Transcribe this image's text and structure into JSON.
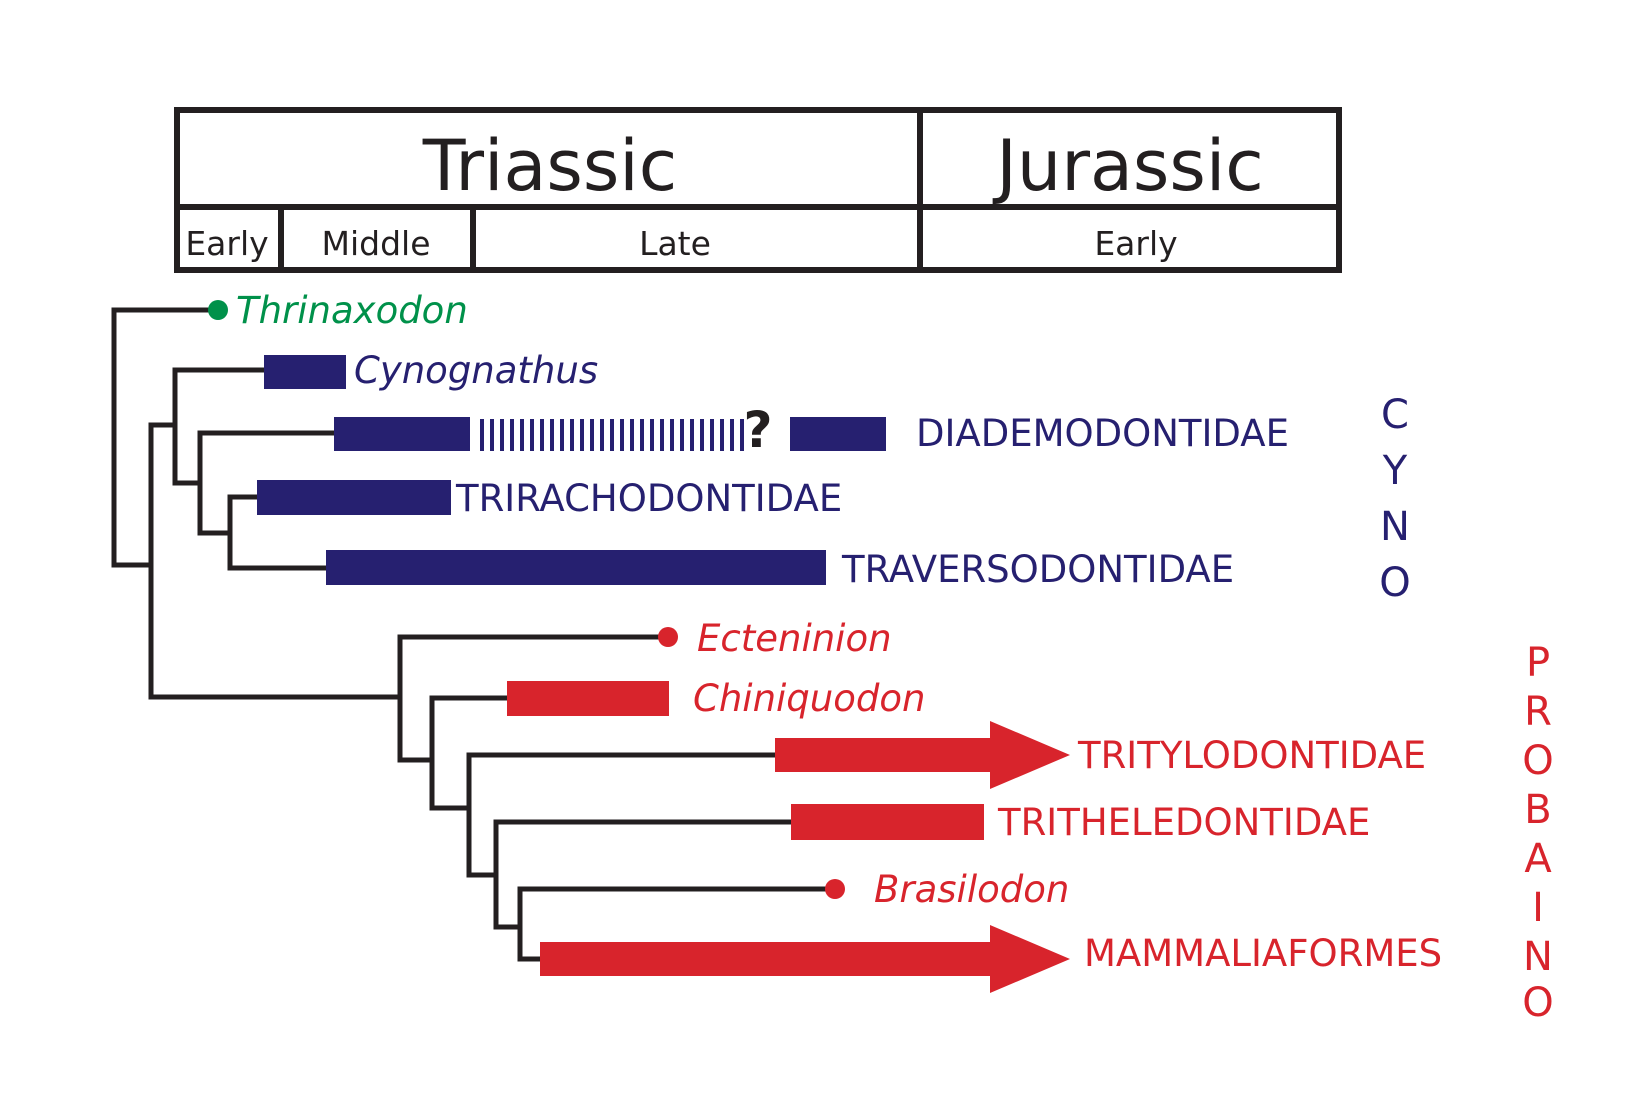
{
  "colors": {
    "line": "#231f20",
    "cyno": "#262070",
    "probaino": "#d8242c",
    "thrinaxodon": "#00914a"
  },
  "timescale": {
    "periods": [
      "Triassic",
      "Jurassic"
    ],
    "epochs": [
      "Early",
      "Middle",
      "Late",
      "Early"
    ]
  },
  "taxa": {
    "thrinaxodon": "Thrinaxodon",
    "cynognathus": "Cynognathus",
    "diademodontidae": "DIADEMODONTIDAE",
    "diademodontidae_uncertain_mark": "?",
    "trirachodontidae": "TRIRACHODONTIDAE",
    "traversodontidae": "TRAVERSODONTIDAE",
    "ecteninion": "Ecteninion",
    "chiniquodon": "Chiniquodon",
    "tritylodontidae": "TRITYLODONTIDAE",
    "tritheledontidae": "TRITHELEDONTIDAE",
    "brasilodon": "Brasilodon",
    "mammaliaformes": "MAMMALIAFORMES"
  },
  "clades": {
    "cyno": [
      "C",
      "Y",
      "N",
      "O"
    ],
    "probaino": [
      "P",
      "R",
      "O",
      "B",
      "A",
      "I",
      "N",
      "O"
    ]
  }
}
